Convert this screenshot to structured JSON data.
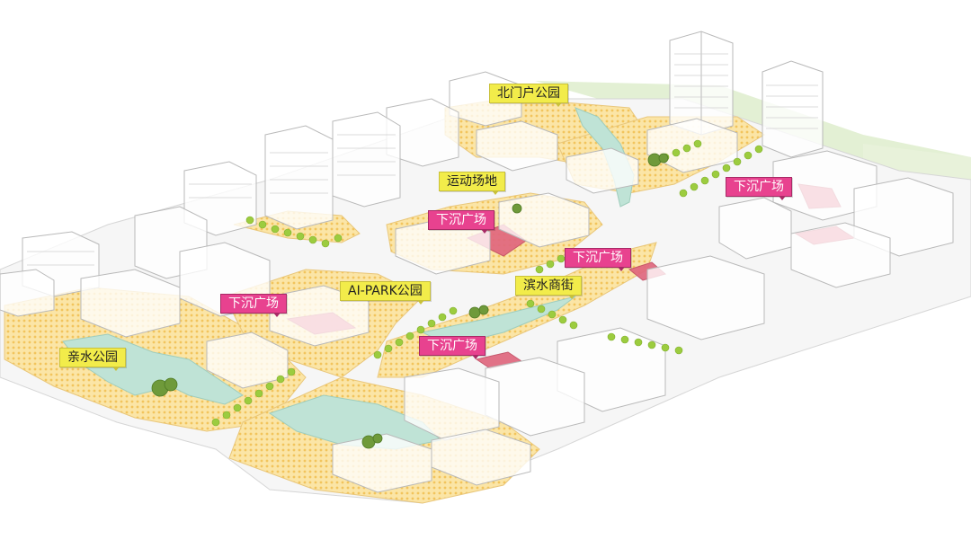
{
  "labels": {
    "north_gate_park": "北门户公园",
    "sports_field": "运动场地",
    "sunken_plaza_center": "下沉广场",
    "sunken_plaza_east": "下沉广场",
    "sunken_plaza_mid": "下沉广场",
    "sunken_plaza_west": "下沉广场",
    "sunken_plaza_south": "下沉广场",
    "ai_park": "AI-PARK公园",
    "waterfront_street": "滨水商街",
    "waterside_park": "亲水公园"
  },
  "colors": {
    "park_label": "#f2ec4a",
    "plaza_label": "#e8428f",
    "plaza_fill": "#e0677e",
    "ground_yellow": "#fbe3a0",
    "water": "#bfe3d6",
    "greenbelt": "#e3f0d4",
    "trees": "#9ccc3f",
    "building_line": "#b9b9b9"
  }
}
